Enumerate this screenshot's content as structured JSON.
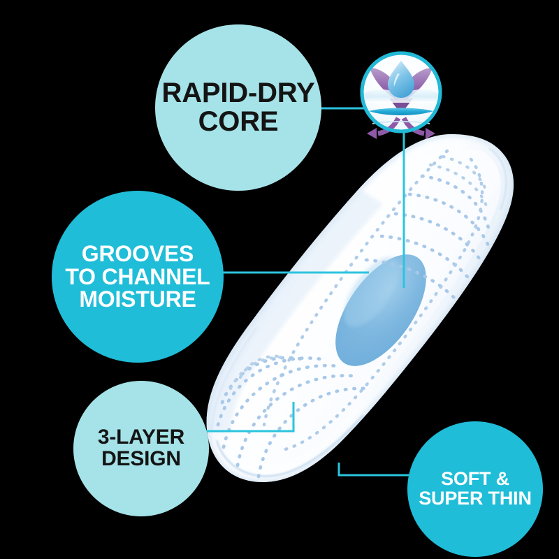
{
  "meta": {
    "background_color": "#000000",
    "accent_light": "#A5E3E8",
    "accent_bright": "#1FBDD8",
    "connector_color": "#2BC4DE",
    "text_dark": "#141414",
    "text_light": "#FFFFFF",
    "product_blue_patch": "#7FB8E0",
    "product_white": "#FFFFFF",
    "quilt_dot_color": "#A8C8E8",
    "icon_purple": "#8E5AA8",
    "icon_droplet_blue": "#4FA8DC",
    "icon_bar_blue": "#29A8D8"
  },
  "callouts": [
    {
      "id": "rapid-dry-core",
      "label": "RAPID-DRY\nCORE",
      "style": "light",
      "text_color": "#141414",
      "fill": "#A5E3E8"
    },
    {
      "id": "grooves-to-channel-moisture",
      "label": "GROOVES\nTO CHANNEL\nMOISTURE",
      "style": "bright",
      "text_color": "#FFFFFF",
      "fill": "#1FBDD8"
    },
    {
      "id": "three-layer-design",
      "label": "3-LAYER\nDESIGN",
      "style": "light",
      "text_color": "#141414",
      "fill": "#A5E3E8"
    },
    {
      "id": "soft-and-super-thin",
      "label": "SOFT &\nSUPER THIN",
      "style": "bright",
      "text_color": "#FFFFFF",
      "fill": "#1FBDD8"
    }
  ],
  "icon_badge": {
    "name": "rapid-dry-core-icon",
    "elements": [
      "water-droplet",
      "purple-funnel-chevron",
      "down-arrow",
      "blue-absorbent-bar",
      "outward-spread-arrows"
    ]
  },
  "product": {
    "name": "sanitary-pad",
    "center_patch": "blue-absorbent-core-ellipse",
    "surface_pattern": "dotted-arc-quilting"
  },
  "connectors": [
    {
      "id": "connector-rapid-dry-core",
      "from": "rapid-dry-core",
      "to": "icon-badge",
      "shape": "horizontal"
    },
    {
      "id": "connector-icon-to-core",
      "from": "icon-badge",
      "to": "product-core",
      "shape": "vertical"
    },
    {
      "id": "connector-grooves",
      "from": "grooves-to-channel-moisture",
      "to": "product-grooves",
      "shape": "horizontal"
    },
    {
      "id": "connector-three-layer",
      "from": "three-layer-design",
      "to": "product-edge",
      "shape": "elbow"
    },
    {
      "id": "connector-soft-thin",
      "from": "soft-and-super-thin",
      "to": "product-bottom-edge",
      "shape": "elbow"
    }
  ]
}
